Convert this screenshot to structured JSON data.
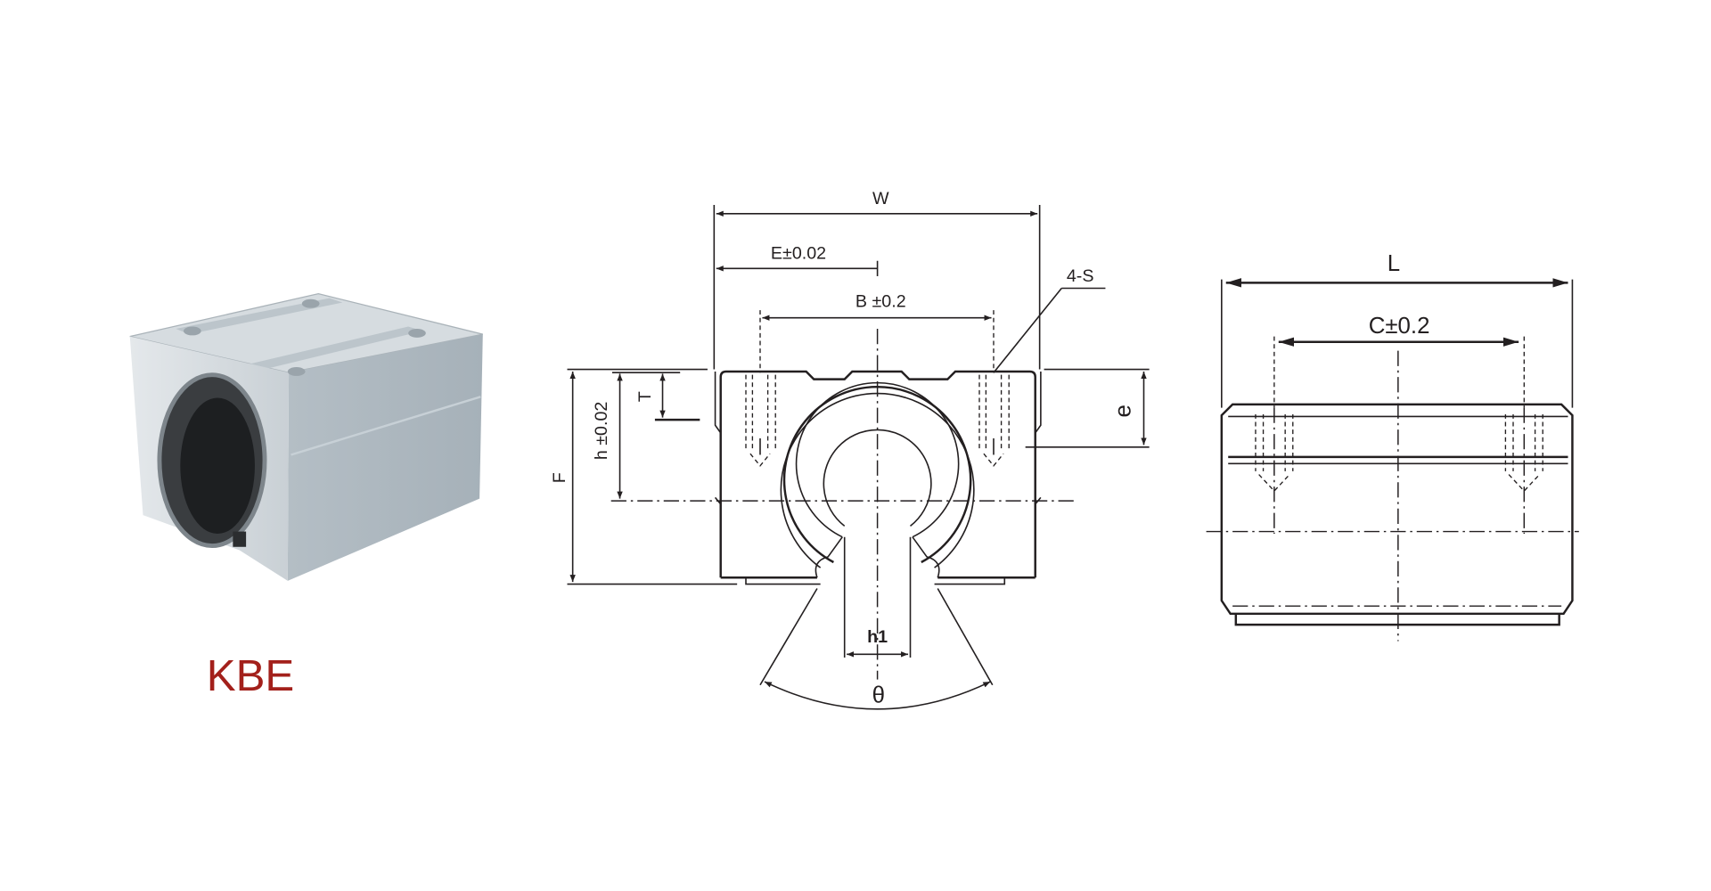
{
  "product": {
    "model_label": "KBE",
    "model_color": "#a3201b"
  },
  "front_view": {
    "width_label": "W",
    "e_label": "E±0.02",
    "b_label": "B ±0.2",
    "holes_label": "4-S",
    "f_label": "F",
    "h_label": "h ±0.02",
    "t_label": "T",
    "e_small_label": "e",
    "h1_label": "h1",
    "theta_label": "θ"
  },
  "side_view": {
    "length_label": "L",
    "c_label": "C±0.2"
  }
}
